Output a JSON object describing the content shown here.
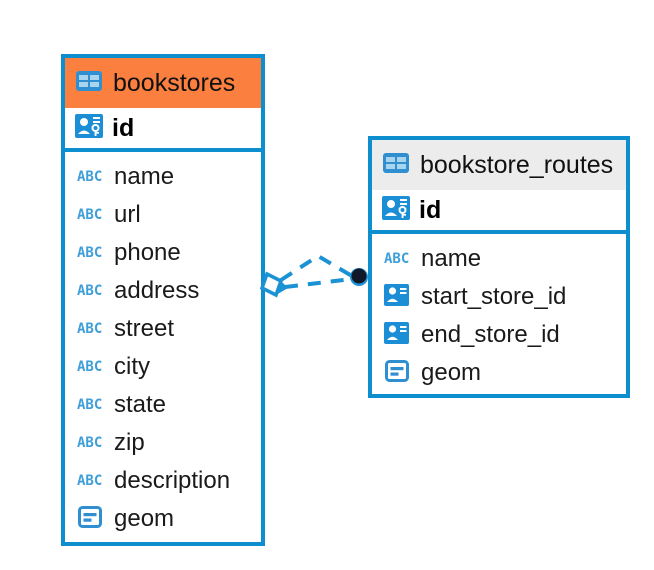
{
  "diagram": {
    "type": "entity-relationship-diagram",
    "background": "#ffffff",
    "accent_color": "#0d8ecf",
    "icon_blue": "#1b8ed6",
    "abc_icon_color": "#3f9fd8",
    "relationship": {
      "name": "bookstores-to-bookstore-routes",
      "style": "dashed",
      "color": "#1b92d4",
      "source_endpoint": "rhombus",
      "target_endpoint": "filled-circle",
      "line_count": 2
    }
  },
  "entities": [
    {
      "name": "bookstores",
      "title": "bookstores",
      "header_color": "#fb8040",
      "header_icon": "table-icon",
      "primary_key": {
        "label": "id",
        "icon": "primary-key-icon"
      },
      "fields": [
        {
          "label": "name",
          "icon": "abc-icon",
          "icon_text": "ABC"
        },
        {
          "label": "url",
          "icon": "abc-icon",
          "icon_text": "ABC"
        },
        {
          "label": "phone",
          "icon": "abc-icon",
          "icon_text": "ABC"
        },
        {
          "label": "address",
          "icon": "abc-icon",
          "icon_text": "ABC"
        },
        {
          "label": "street",
          "icon": "abc-icon",
          "icon_text": "ABC"
        },
        {
          "label": "city",
          "icon": "abc-icon",
          "icon_text": "ABC"
        },
        {
          "label": "state",
          "icon": "abc-icon",
          "icon_text": "ABC"
        },
        {
          "label": "zip",
          "icon": "abc-icon",
          "icon_text": "ABC"
        },
        {
          "label": "description",
          "icon": "abc-icon",
          "icon_text": "ABC"
        },
        {
          "label": "geom",
          "icon": "geometry-icon",
          "icon_text": ""
        }
      ]
    },
    {
      "name": "bookstore_routes",
      "title": "bookstore_routes",
      "header_color": "#ececec",
      "header_icon": "table-icon",
      "primary_key": {
        "label": "id",
        "icon": "primary-key-icon"
      },
      "fields": [
        {
          "label": "name",
          "icon": "abc-icon",
          "icon_text": "ABC"
        },
        {
          "label": "start_store_id",
          "icon": "foreign-key-icon",
          "icon_text": ""
        },
        {
          "label": "end_store_id",
          "icon": "foreign-key-icon",
          "icon_text": ""
        },
        {
          "label": "geom",
          "icon": "geometry-icon",
          "icon_text": ""
        }
      ]
    }
  ]
}
